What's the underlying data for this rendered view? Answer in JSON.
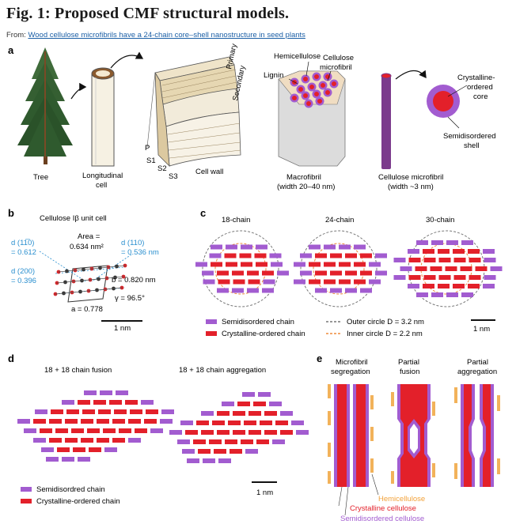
{
  "header": {
    "title": "Fig. 1: Proposed CMF structural models.",
    "from_prefix": "From:",
    "article_link": "Wood cellulose microfibrils have a 24-chain core–shell nanostructure in seed plants"
  },
  "panel_a": {
    "letter": "a",
    "tree": "Tree",
    "cell_line1": "Longitudinal",
    "cell_line2": "cell",
    "cell_wall": "Cell wall",
    "primary": "Primary",
    "secondary": "Secondary",
    "layer_p": "P",
    "layer_s1": "S1",
    "layer_s2": "S2",
    "layer_s3": "S3",
    "hemicellulose": "Hemicellulose",
    "cellulose_line1": "Cellulose",
    "cellulose_line2": "microfibril",
    "lignin": "Lignin",
    "macrofibril_line1": "Macrofibril",
    "macrofibril_line2": "(width 20–40 nm)",
    "cmf_line1": "Cellulose microfibril",
    "cmf_line2": "(width ~3 nm)",
    "core_line1": "Crystalline-",
    "core_line2": "ordered",
    "core_line3": "core",
    "shell_line1": "Semidisordered",
    "shell_line2": "shell"
  },
  "panel_b": {
    "letter": "b",
    "title": "Cellulose Iβ unit cell",
    "area_line1": "Area =",
    "area_line2": "0.634 nm²",
    "d110bar_line1": "d (11̅0)",
    "d110bar_line2": "= 0.612",
    "d110_line1": "d (110)",
    "d110_line2": "= 0.536 nm",
    "d200_line1": "d (200)",
    "d200_line2": "= 0.396",
    "b_value": "b = 0.820 nm",
    "gamma": "γ = 96.5°",
    "a_value": "a = 0.778",
    "scalebar": "1 nm"
  },
  "panel_c": {
    "letter": "c",
    "titles": [
      "18-chain",
      "24-chain",
      "30-chain"
    ],
    "legend_semi": "Semidisordered chain",
    "legend_cryst": "Crystalline-ordered chain",
    "legend_outer": "Outer circle D = 3.2 nm",
    "legend_inner": "Inner circle D = 2.2 nm",
    "scalebar": "1 nm"
  },
  "panel_d": {
    "letter": "d",
    "title_fusion": "18 + 18 chain fusion",
    "title_aggregation": "18 + 18 chain aggregation",
    "legend_semi": "Semidisordred chain",
    "legend_cryst": "Crystalline-ordered chain",
    "scalebar": "1 nm"
  },
  "panel_e": {
    "letter": "e",
    "col1_line1": "Microfibril",
    "col1_line2": "segregation",
    "col2_line1": "Partial",
    "col2_line2": "fusion",
    "col3_line1": "Partial",
    "col3_line2": "aggregation",
    "hemicellulose": "Hemicellulose",
    "crystalline_cellulose": "Crystalline cellulose",
    "semidisordered_cellulose": "Semidisordered cellulose"
  },
  "colors": {
    "crystalline": "#e3202a",
    "semidisordered": "#a25cd0",
    "hemicellulose": "#f2b25a",
    "outer_circle": "#777777",
    "inner_circle": "#ef8a3a",
    "annotation_blue": "#2a8fcf",
    "link": "#1b5fa6"
  }
}
